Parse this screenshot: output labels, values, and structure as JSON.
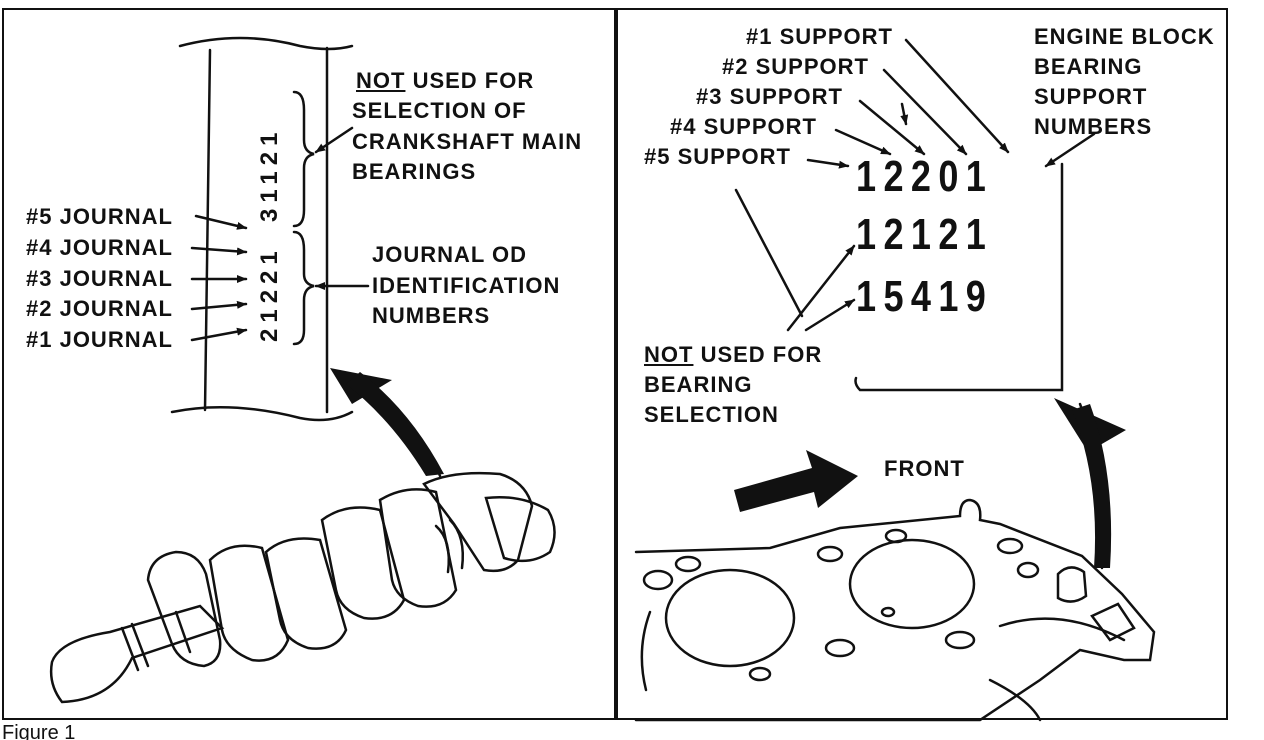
{
  "left_panel": {
    "top_note": {
      "underlined": "NOT",
      "rest": " USED FOR",
      "line2": "SELECTION OF",
      "line3": "CRANKSHAFT MAIN",
      "line4": "BEARINGS"
    },
    "vertical_upper_code": "31121",
    "vertical_lower_code": "21221",
    "journals": [
      "#5  JOURNAL",
      "#4  JOURNAL",
      "#3  JOURNAL",
      "#2  JOURNAL",
      "#1  JOURNAL"
    ],
    "od_note": [
      "JOURNAL OD",
      "IDENTIFICATION",
      "NUMBERS"
    ]
  },
  "right_panel": {
    "supports": [
      "#1  SUPPORT",
      "#2  SUPPORT",
      "#3  SUPPORT",
      "#4  SUPPORT",
      "#5  SUPPORT"
    ],
    "engine_note": [
      "ENGINE BLOCK",
      "BEARING",
      "SUPPORT",
      "NUMBERS"
    ],
    "code_rows": [
      "12201",
      "12121",
      "15419"
    ],
    "bottom_note": {
      "underlined": "NOT",
      "rest": " USED FOR",
      "line2": "BEARING",
      "line3": "SELECTION"
    },
    "front_label": "FRONT"
  },
  "caption": "Figure 1"
}
